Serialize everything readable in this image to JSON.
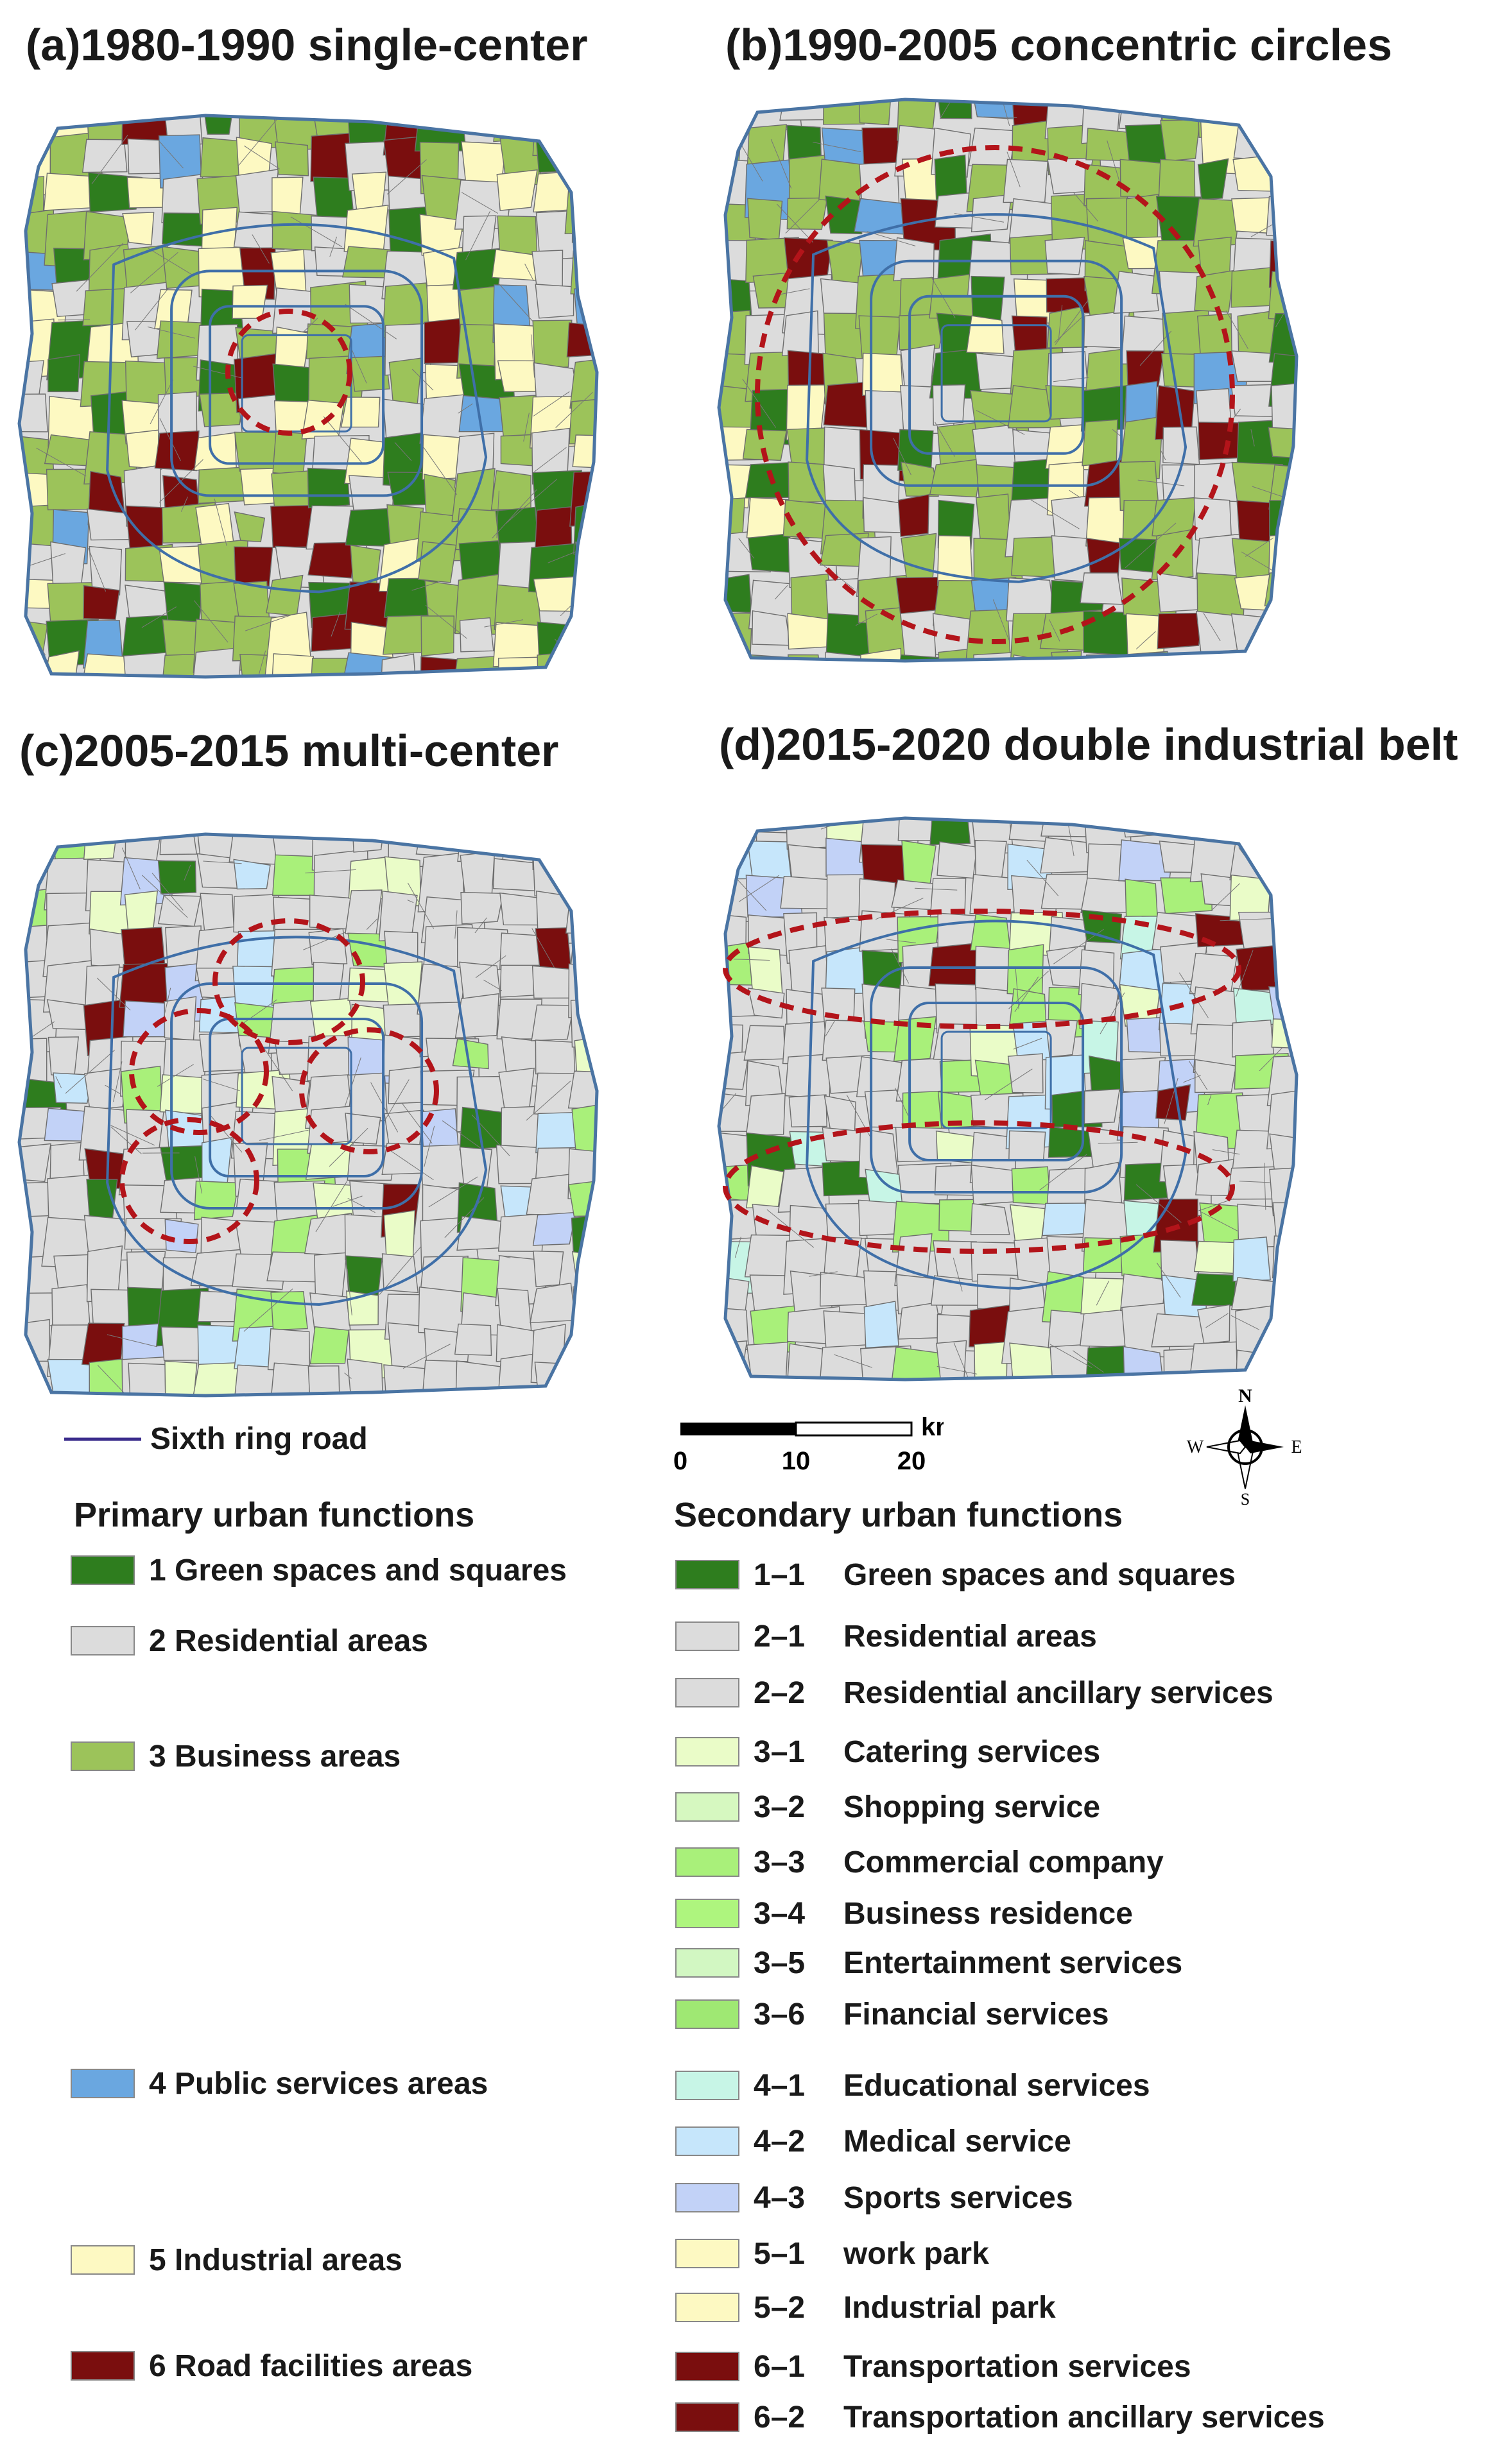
{
  "panels": [
    {
      "id": "a",
      "title": "(a)1980-1990  single-center"
    },
    {
      "id": "b",
      "title": "(b)1990-2005  concentric circles"
    },
    {
      "id": "c",
      "title": "(c)2005-2015  multi-center"
    },
    {
      "id": "d",
      "title": "(d)2015-2020  double industrial belt"
    }
  ],
  "ring_road_label": "Sixth ring road",
  "scale_bar": {
    "unit": "km",
    "ticks": [
      "0",
      "10",
      "20"
    ]
  },
  "compass": {
    "n": "N",
    "s": "S",
    "e": "E",
    "w": "W"
  },
  "primary": {
    "heading": "Primary urban functions",
    "items": [
      {
        "label": "1 Green spaces and squares",
        "color": "#2e7d1e"
      },
      {
        "label": "2 Residential areas",
        "color": "#dcdcdc"
      },
      {
        "label": "3 Business areas",
        "color": "#9cc35a"
      },
      {
        "label": "4 Public services areas",
        "color": "#6aa7e0"
      },
      {
        "label": "5 Industrial areas",
        "color": "#fdf9c2"
      },
      {
        "label": "6 Road facilities areas",
        "color": "#7a0e0e"
      }
    ]
  },
  "secondary": {
    "heading": "Secondary urban functions",
    "items": [
      {
        "code": "1–1",
        "label": "Green spaces and squares",
        "color": "#2e7d1e"
      },
      {
        "code": "2–1",
        "label": "Residential areas",
        "color": "#dcdcdc"
      },
      {
        "code": "2–2",
        "label": "Residential ancillary services",
        "color": "#dcdcdc"
      },
      {
        "code": "3–1",
        "label": "Catering services",
        "color": "#eafcc8"
      },
      {
        "code": "3–2",
        "label": "Shopping service",
        "color": "#d6f8c0"
      },
      {
        "code": "3–3",
        "label": "Commercial company",
        "color": "#a9f07a"
      },
      {
        "code": "3–4",
        "label": "Business residence",
        "color": "#aef57e"
      },
      {
        "code": "3–5",
        "label": "Entertainment services",
        "color": "#d2f7c2"
      },
      {
        "code": "3–6",
        "label": "Financial services",
        "color": "#9fe873"
      },
      {
        "code": "4–1",
        "label": "Educational services",
        "color": "#c7f5e6"
      },
      {
        "code": "4–2",
        "label": "Medical service",
        "color": "#c6e6fb"
      },
      {
        "code": "4–3",
        "label": "Sports services",
        "color": "#c2d2f7"
      },
      {
        "code": "5–1",
        "label": "work park",
        "color": "#fdf9c2"
      },
      {
        "code": "5–2",
        "label": "Industrial park",
        "color": "#fdf9c2"
      },
      {
        "code": "6–1",
        "label": "Transportation services",
        "color": "#7a0e0e"
      },
      {
        "code": "6–2",
        "label": "Transportation ancillary services",
        "color": "#7a0e0e"
      }
    ]
  }
}
